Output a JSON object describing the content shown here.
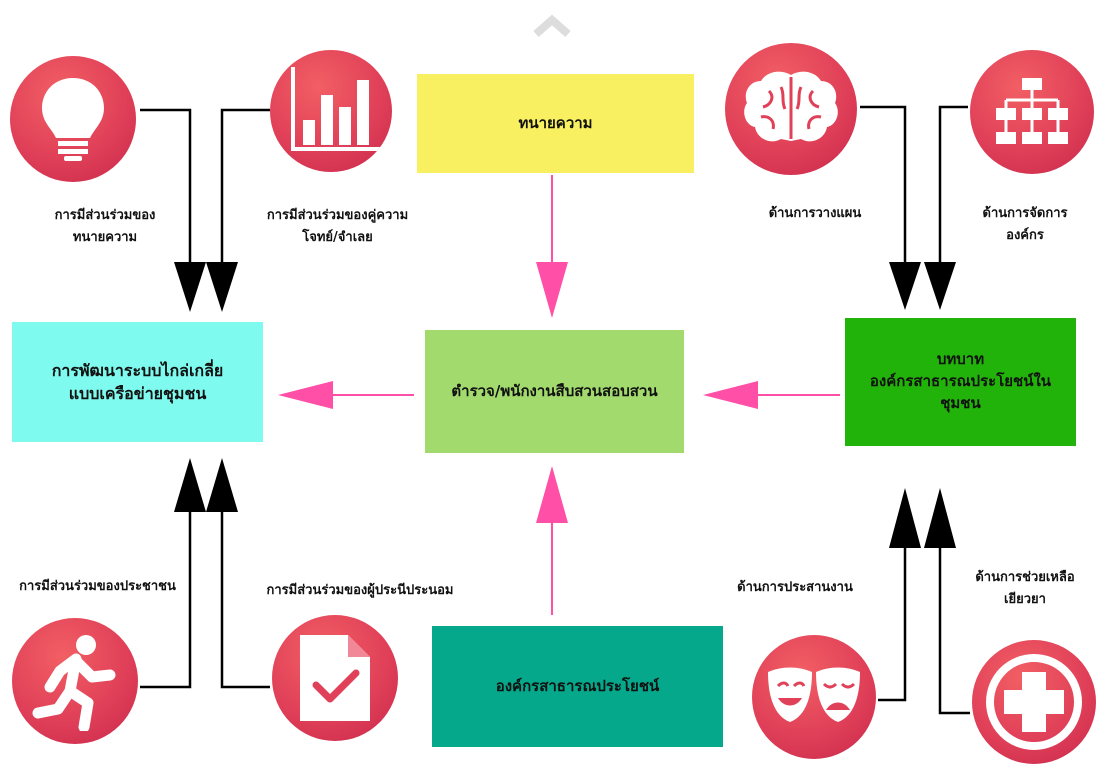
{
  "boxes": {
    "lawyer": "ทนายความ",
    "police": "ตำรวจ/พนักงานสืบสวนสอบสวน",
    "development": "การพัฒนาระบบไกล่เกลี่ย\nแบบเครือข่ายชุมชน",
    "ngo_role": "บทบาท\nองค์กรสาธารณประโยชน์ใน\nชุมชน",
    "ngo": "องค์กรสาธารณประโยชน์"
  },
  "labels": {
    "lawyer_participation": "การมีส่วนร่วมของ\nทนายความ",
    "parties_participation": "การมีส่วนร่วมของคู่ความ\nโจทย์/จำเลย",
    "public_participation": "การมีส่วนร่วมของประชาชน",
    "mediator_participation": "การมีส่วนร่วมของผู้ประนีประนอม",
    "planning": "ด้านการวางแผน",
    "org_management": "ด้านการจัดการ\nองค์กร",
    "coordination": "ด้านการประสานงาน",
    "legal_aid": "ด้านการช่วยเหลือ\nเยียวยา"
  },
  "icons": [
    "lightbulb-icon",
    "bar-chart-icon",
    "brain-icon",
    "org-chart-icon",
    "running-person-icon",
    "document-check-icon",
    "theater-masks-icon",
    "medical-cross-icon"
  ],
  "colors": {
    "lawyer_box": "#f8f060",
    "police_box": "#a3da6e",
    "development_box": "#7ffaee",
    "ngo_role_box": "#22b30a",
    "ngo_box": "#05a88a",
    "pink_arrow": "#ff4fa6",
    "icon_circle": "#e04058"
  }
}
